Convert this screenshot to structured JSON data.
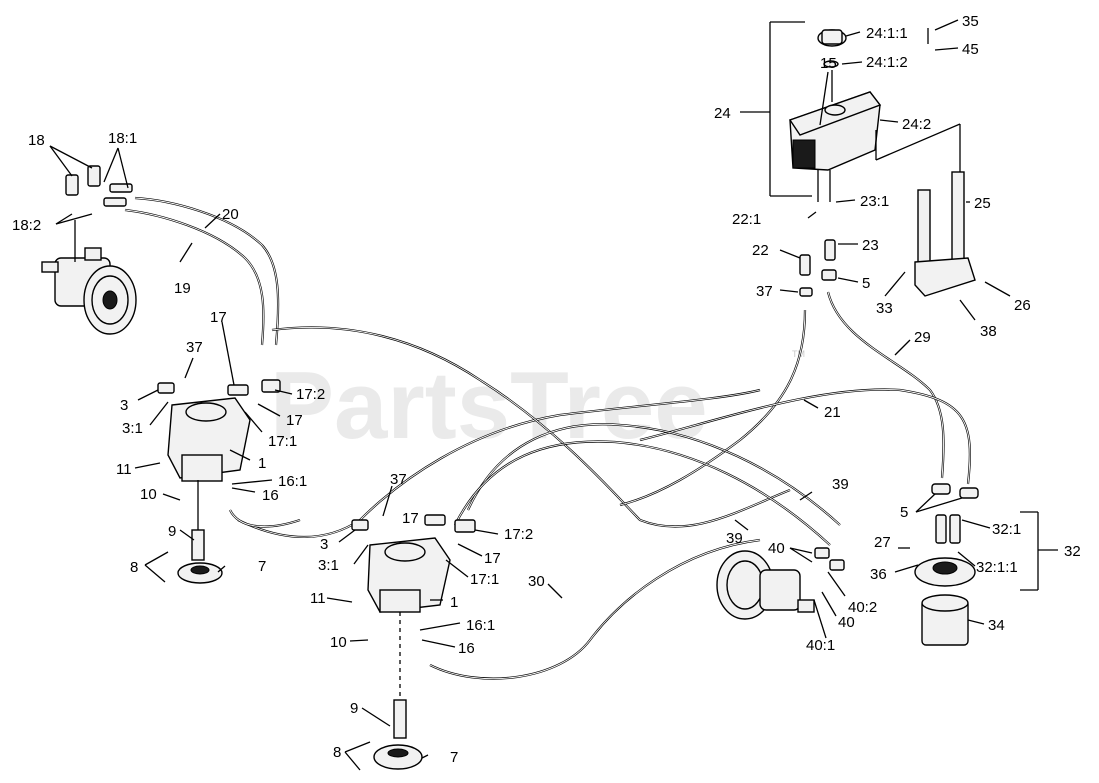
{
  "watermark": {
    "text": "PartsTree",
    "trademark": "TM"
  },
  "callouts": {
    "c18": "18",
    "c18_1": "18:1",
    "c18_2": "18:2",
    "c20": "20",
    "c19": "19",
    "c17_top": "17",
    "c37_a": "37",
    "c3_a": "3",
    "c3_1_a": "3:1",
    "c17_2_a": "17:2",
    "c17_a": "17",
    "c17_1_a": "17:1",
    "c11_a": "11",
    "c1_a": "1",
    "c16_1_a": "16:1",
    "c10_a": "10",
    "c16_a": "16",
    "c9_a": "9",
    "c8_a": "8",
    "c7_a": "7",
    "c37_b": "37",
    "c3_b": "3",
    "c3_1_b": "3:1",
    "c17_2_b": "17:2",
    "c17_b_top": "17",
    "c17_b": "17",
    "c17_1_b": "17:1",
    "c11_b": "11",
    "c1_b": "1",
    "c16_1_b": "16:1",
    "c10_b": "10",
    "c16_b": "16",
    "c9_b": "9",
    "c8_b": "8",
    "c7_b": "7",
    "c30": "30",
    "c39_a": "39",
    "c39_b": "39",
    "c40_a": "40",
    "c40_b": "40",
    "c40_2": "40:2",
    "c40_1": "40:1",
    "c24_1_1": "24:1:1",
    "c24_1_2": "24:1:2",
    "c35": "35",
    "c45": "45",
    "c15": "15",
    "c24": "24",
    "c24_2": "24:2",
    "c23_1": "23:1",
    "c22_1": "22:1",
    "c22": "22",
    "c23": "23",
    "c25": "25",
    "c37_c": "37",
    "c5_a": "5",
    "c33": "33",
    "c26": "26",
    "c38": "38",
    "c29": "29",
    "c21": "21",
    "c5_b": "5",
    "c32_1": "32:1",
    "c32": "32",
    "c27": "27",
    "c36": "36",
    "c32_1_1": "32:1:1",
    "c34": "34"
  }
}
